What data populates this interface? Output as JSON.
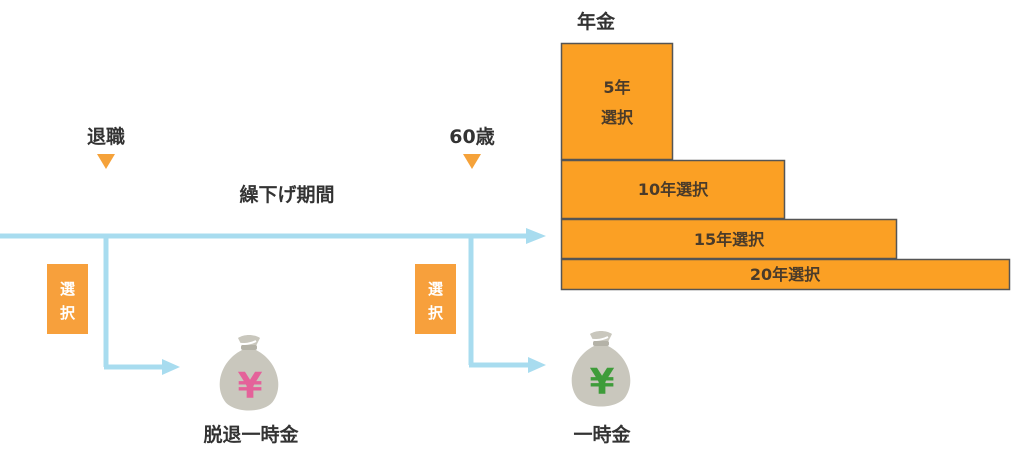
{
  "labels": {
    "retirement": "退職",
    "age60": "60歳",
    "deferral_period": "繰下げ期間",
    "pension": "年金",
    "withdrawal_lump_sum": "脱退一時金",
    "lump_sum": "一時金"
  },
  "pension_options": [
    {
      "line1": "5年",
      "line2": "選択"
    },
    {
      "line1": "10年選択"
    },
    {
      "line1": "15年選択"
    },
    {
      "line1": "20年選択"
    }
  ],
  "choice_tag": {
    "line1": "選",
    "line2": "択"
  },
  "money_symbol": "¥",
  "icons": {
    "money_bag_1": "money-bag-icon",
    "money_bag_2": "money-bag-icon",
    "arrow": "triangle-down-icon"
  },
  "colors": {
    "timeline": "#a8dcef",
    "orange": "#fba024",
    "orange_border": "#555555",
    "tag": "#f7a03c",
    "triangle": "#f5a23a",
    "bag": "#c9c7bd",
    "yen_pink": "#e4629a",
    "yen_green": "#3e9c3a"
  }
}
